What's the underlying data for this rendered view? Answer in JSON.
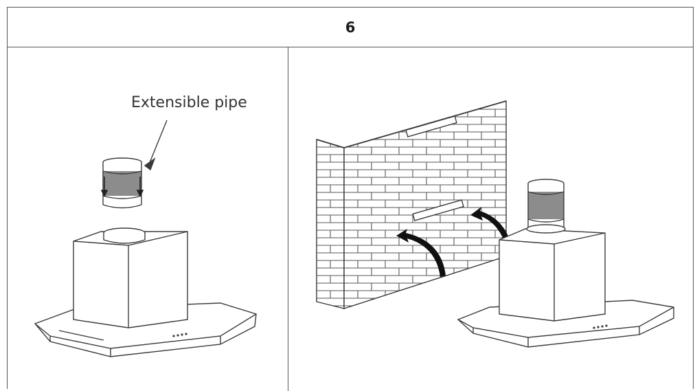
{
  "header": {
    "step_number": "6"
  },
  "left_panel": {
    "callout_label": "Extensible pipe"
  },
  "colors": {
    "line": "#3a3a3a",
    "pipe_band": "#8c8c8c",
    "frame": "#555555"
  },
  "icons": [
    "extensible-pipe-illustration",
    "range-hood-illustration",
    "brick-wall-illustration",
    "curved-arrow-icon",
    "down-arrow-icon",
    "pointer-arrow-icon"
  ]
}
